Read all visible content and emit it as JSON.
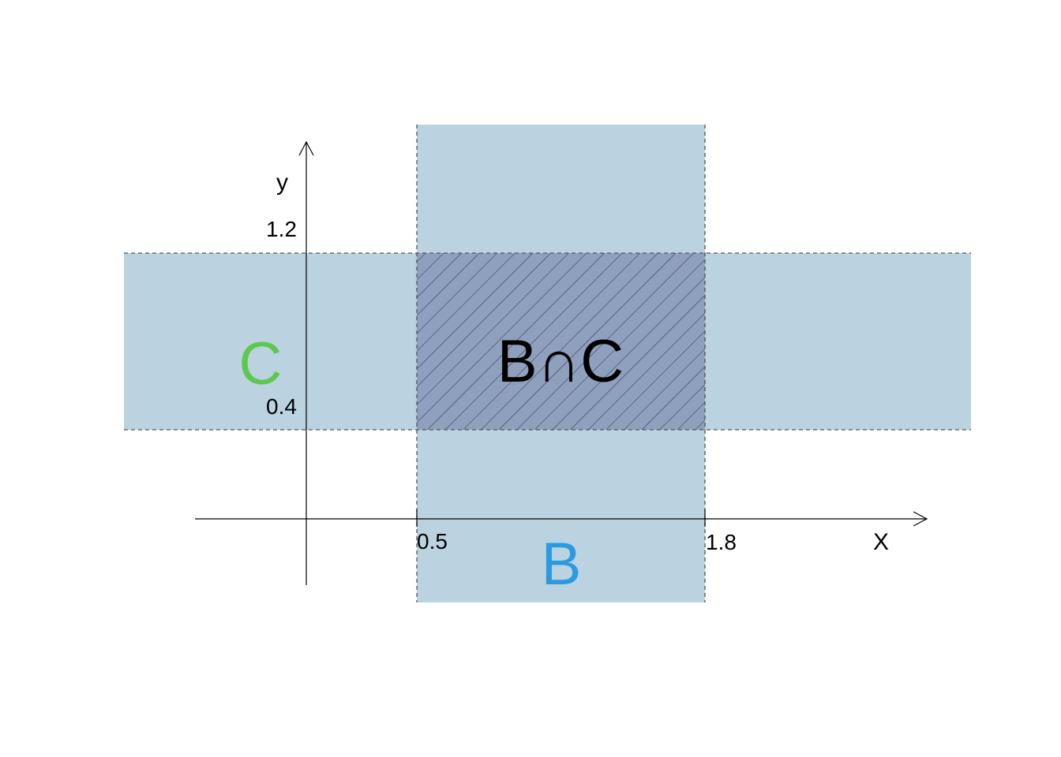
{
  "diagram": {
    "axes": {
      "x_label": "X",
      "y_label": "y"
    },
    "ticks": {
      "x": [
        "0.5",
        "1.8"
      ],
      "y": [
        "1.2",
        "0.4"
      ]
    },
    "regions": {
      "B": {
        "label": "B",
        "x_range": [
          0.5,
          1.8
        ],
        "label_color": "#2a9be0"
      },
      "C": {
        "label": "C",
        "y_range": [
          0.4,
          1.2
        ],
        "label_color": "#5cc94e"
      },
      "intersection": {
        "label": "B∩C"
      }
    },
    "colors": {
      "band_fill": "#bbd2e0",
      "overlap_fill": "#8fa0be",
      "hatch": "#1f2d4a",
      "boundary": "#555555"
    }
  }
}
